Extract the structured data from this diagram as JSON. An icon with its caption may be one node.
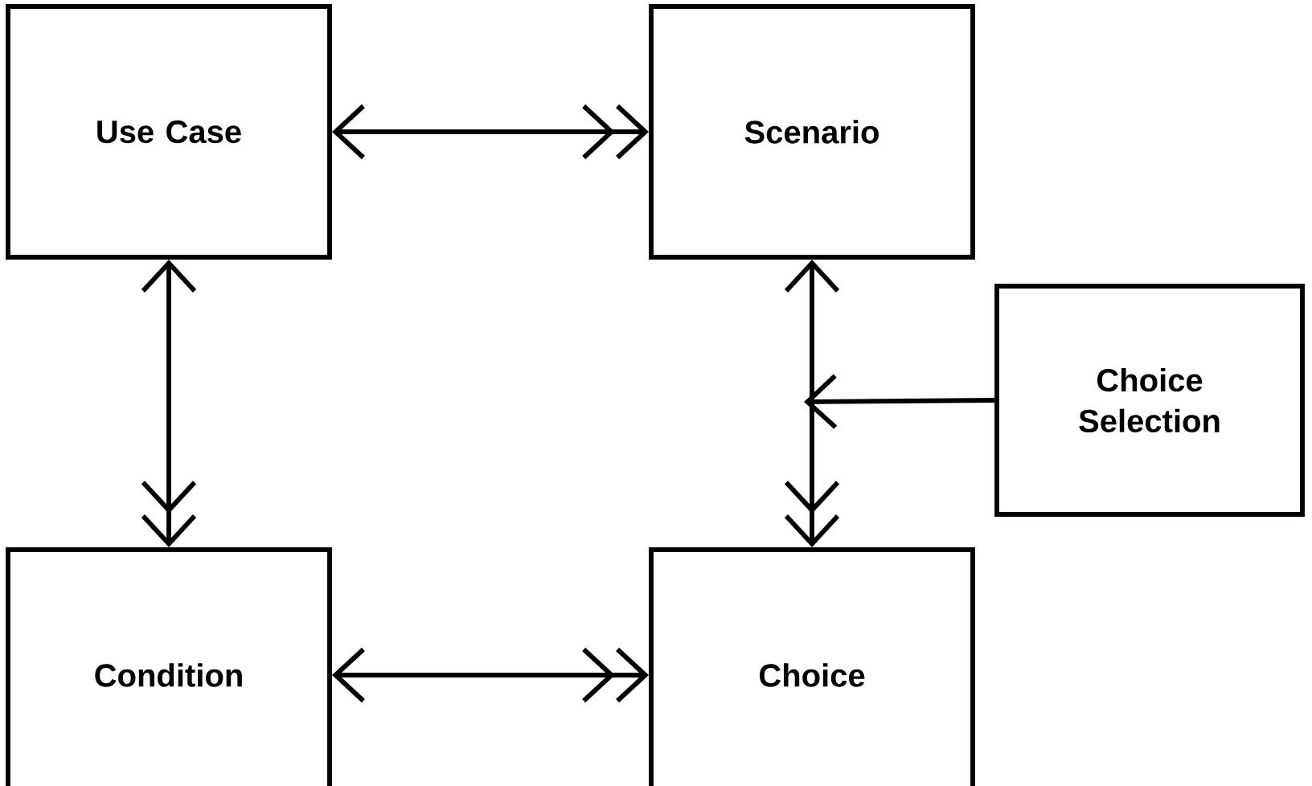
{
  "diagram": {
    "nodes": [
      {
        "text": [
          "Use Case"
        ]
      },
      {
        "text": [
          "Scenario"
        ]
      },
      {
        "text": [
          "Choice Selection"
        ]
      },
      {
        "text": [
          "Condition"
        ]
      },
      {
        "text": [
          "Choice"
        ]
      }
    ],
    "edges": [
      {
        "from": 0,
        "to": 1,
        "arrow": "both"
      },
      {
        "from": 0,
        "to": 3,
        "arrow": "both"
      },
      {
        "from": 3,
        "to": 4,
        "arrow": "both"
      },
      {
        "from": 1,
        "to": 4,
        "arrow": "both"
      },
      {
        "from": 2,
        "to": null,
        "arrow": "to"
      }
    ]
  }
}
